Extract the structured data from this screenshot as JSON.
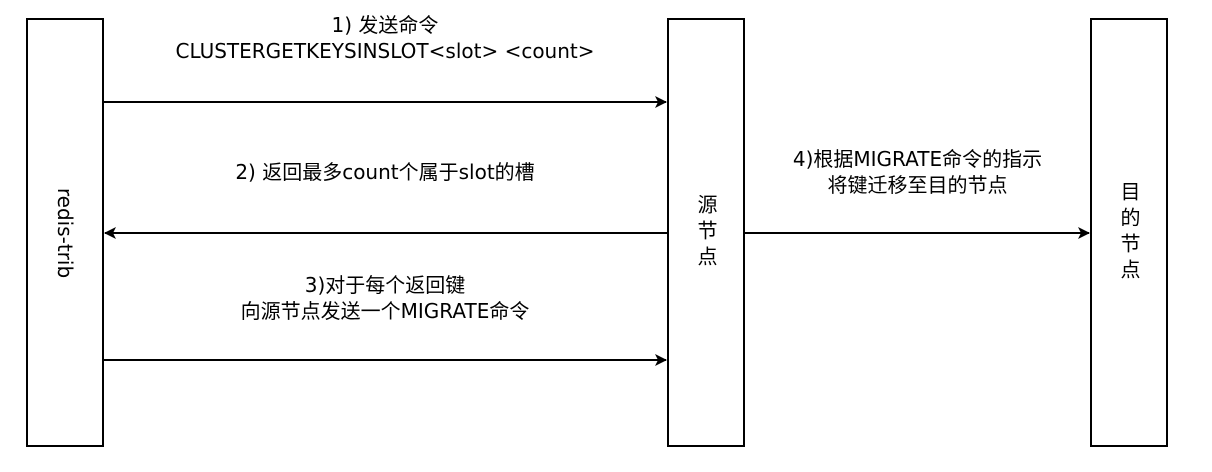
{
  "nodes": {
    "redis_trib": "redis-trib",
    "source": "源节点",
    "target": "目的节点"
  },
  "messages": {
    "step1": {
      "line1": "1) 发送命令",
      "line2": "CLUSTERGETKEYSINSLOT<slot> <count>"
    },
    "step2": {
      "line1": "2) 返回最多count个属于slot的槽"
    },
    "step3": {
      "line1": "3)对于每个返回键",
      "line2": "向源节点发送一个MIGRATE命令"
    },
    "step4": {
      "line1": "4)根据MIGRATE命令的指示",
      "line2": "将键迁移至目的节点"
    }
  },
  "colors": {
    "stroke": "#000000",
    "background": "#ffffff"
  }
}
